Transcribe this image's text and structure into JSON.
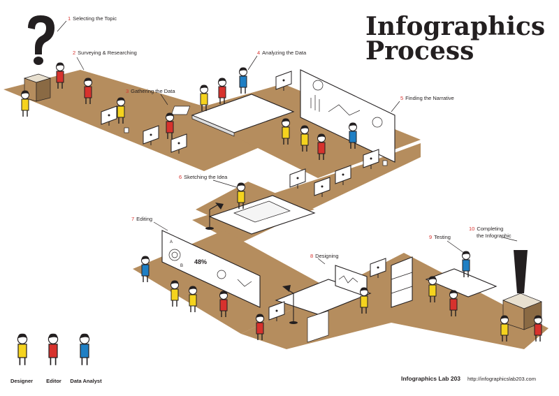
{
  "title": {
    "line1": "Infographics",
    "line2": "Process"
  },
  "steps": [
    {
      "num": "1",
      "label": "Selecting the Topic"
    },
    {
      "num": "2",
      "label": "Surveying & Researching"
    },
    {
      "num": "3",
      "label": "Gathering the Data"
    },
    {
      "num": "4",
      "label": "Analyzing the Data"
    },
    {
      "num": "5",
      "label": "Finding the Narrative"
    },
    {
      "num": "6",
      "label": "Sketching the Idea"
    },
    {
      "num": "7",
      "label": "Editing"
    },
    {
      "num": "8",
      "label": "Designing"
    },
    {
      "num": "9",
      "label": "Testing"
    },
    {
      "num": "10",
      "label": "Completing",
      "label2": "the Infographic"
    }
  ],
  "legend": [
    {
      "label": "Designer",
      "color": "#f5d31e"
    },
    {
      "label": "Editor",
      "color": "#d7322d"
    },
    {
      "label": "Data Analyst",
      "color": "#1f7fc4"
    }
  ],
  "footer": {
    "brand": "Infographics Lab 203",
    "url": "http://infographicslab203.com"
  },
  "board": {
    "percent": "48%",
    "letter_a": "A",
    "letter_b": "B"
  },
  "colors": {
    "floor": "#b58d5e",
    "designer": "#f5d31e",
    "editor": "#d7322d",
    "analyst": "#1f7fc4",
    "ink": "#231f20",
    "accent": "#d7322d"
  },
  "icons": [
    "question-mark-icon",
    "exclamation-mark-icon",
    "person-icon",
    "monitor-icon",
    "desk-lamp-icon",
    "coffee-mug-icon",
    "box-icon"
  ]
}
